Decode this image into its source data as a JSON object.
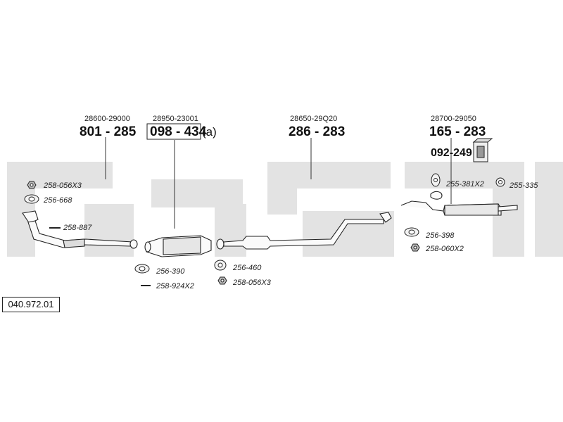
{
  "catalog_number": "040.972.01",
  "brand_watermark": "bosal",
  "main_parts": [
    {
      "oem": "28600-29000",
      "part": "801 - 285",
      "suffix": ""
    },
    {
      "oem": "28950-23001",
      "part": "098 - 434",
      "suffix": "(a)"
    },
    {
      "oem": "28650-29Q20",
      "part": "286 - 283",
      "suffix": ""
    },
    {
      "oem": "28700-29050",
      "part": "165 - 283",
      "suffix": ""
    }
  ],
  "extra_part": "092-249",
  "accessories": [
    {
      "code": "258-056X3",
      "icon": "hex-nut-icon"
    },
    {
      "code": "256-668",
      "icon": "gasket-icon"
    },
    {
      "code": "258-887",
      "icon": "stud-bolt-icon"
    },
    {
      "code": "256-390",
      "icon": "flange-gasket-icon"
    },
    {
      "code": "258-924X2",
      "icon": "stud-bolt-icon"
    },
    {
      "code": "256-460",
      "icon": "ring-gasket-icon"
    },
    {
      "code": "258-056X3",
      "icon": "hex-nut-icon"
    },
    {
      "code": "255-381X2",
      "icon": "rubber-hanger-icon"
    },
    {
      "code": "255-335",
      "icon": "rubber-ring-icon"
    },
    {
      "code": "256-398",
      "icon": "flange-gasket-icon"
    },
    {
      "code": "258-060X2",
      "icon": "hex-nut-icon"
    }
  ]
}
